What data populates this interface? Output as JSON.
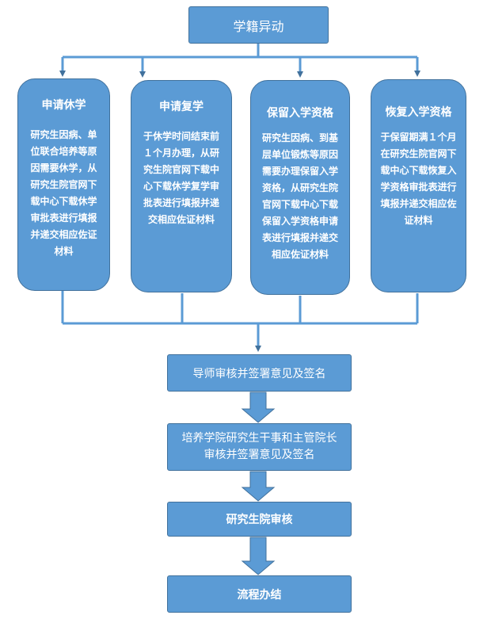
{
  "top": {
    "title": "学籍异动"
  },
  "columns": [
    {
      "title": "申请休学",
      "body": "研究生因病、单位联合培养等原因需要休学，从研究生院官网下载中心下载休学审批表进行填报并递交相应佐证材料"
    },
    {
      "title": "申请复学",
      "body": "于休学时间结束前１个月办理，从研究生院官网下载中心下载休学复学审批表进行填报并递交相应佐证材料"
    },
    {
      "title": "保留入学资格",
      "body": "研究生因病、到基层单位锻炼等原因需要办理保留入学资格，从研究生院官网下载中心下载保留入学资格申请表进行填报并递交相应佐证材料"
    },
    {
      "title": "恢复入学资格",
      "body": "于保留期满１个月在研究生院官网下载中心下载恢复入学资格审批表进行填报并递交相应佐证材料"
    }
  ],
  "steps": [
    {
      "label": "导师审核并签署意见及签名"
    },
    {
      "label": "培养学院研究生干事和主管院长审核并签署意见及签名"
    },
    {
      "label": "研究生院审核"
    },
    {
      "label": "流程办结"
    }
  ],
  "colors": {
    "fill": "#5b9bd5",
    "stroke": "#41719c",
    "line": "#5b9bd5",
    "arrow": "#41719c"
  }
}
